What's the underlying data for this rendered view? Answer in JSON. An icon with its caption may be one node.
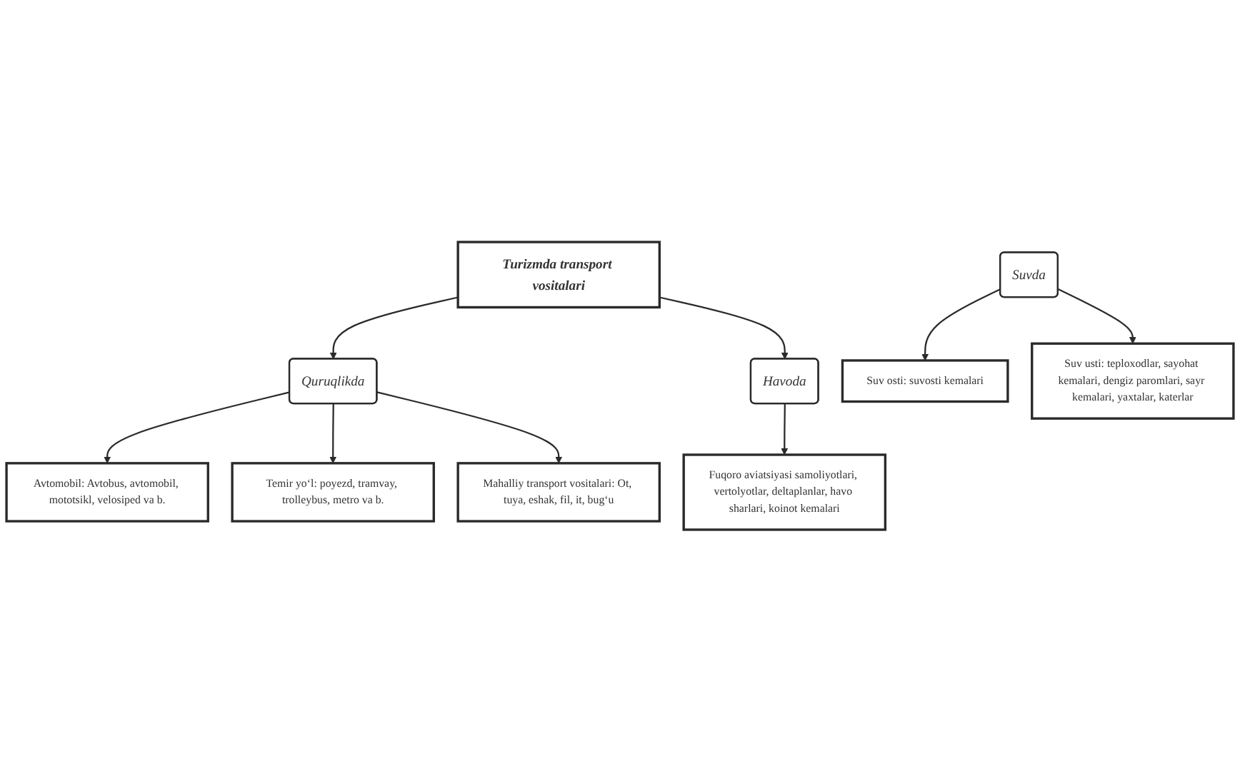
{
  "diagram": {
    "nodes": [
      {
        "text": [
          "Turizmda transport vositalari"
        ]
      },
      {
        "text": [
          "Quruqlikda"
        ]
      },
      {
        "text": [
          "Havoda"
        ]
      },
      {
        "text": [
          "Suvda"
        ]
      },
      {
        "text": [
          "Avtomobil: Avtobus, avtomobil, mototsikl, velosiped va b."
        ]
      },
      {
        "text": [
          "Temir yo‘l: poyezd, tramvay, trolleybus, metro va b."
        ]
      },
      {
        "text": [
          "Mahalliy transport vositalari: Ot, tuya, eshak, fil, it, bug‘u"
        ]
      },
      {
        "text": [
          "Fuqoro aviatsiyasi samoliyotlari, vertolyotlar, deltaplanlar, havo sharlari, koinot kemalari"
        ]
      },
      {
        "text": [
          "Suv osti: suvosti kemalari"
        ]
      },
      {
        "text": [
          "Suv usti: teploxodlar, sayohat kemalari, dengiz paromlari, sayr kemalari, yaxtalar, katerlar"
        ]
      }
    ],
    "edges": [
      {
        "from": 0,
        "to": 1,
        "arrow": "to"
      },
      {
        "from": 0,
        "to": 2,
        "arrow": "to"
      },
      {
        "from": 1,
        "to": 4,
        "arrow": "to"
      },
      {
        "from": 1,
        "to": 5,
        "arrow": "to"
      },
      {
        "from": 1,
        "to": 6,
        "arrow": "to"
      },
      {
        "from": 2,
        "to": 7,
        "arrow": "to"
      },
      {
        "from": 3,
        "to": 8,
        "arrow": "to"
      },
      {
        "from": 3,
        "to": 9,
        "arrow": "to"
      }
    ]
  }
}
